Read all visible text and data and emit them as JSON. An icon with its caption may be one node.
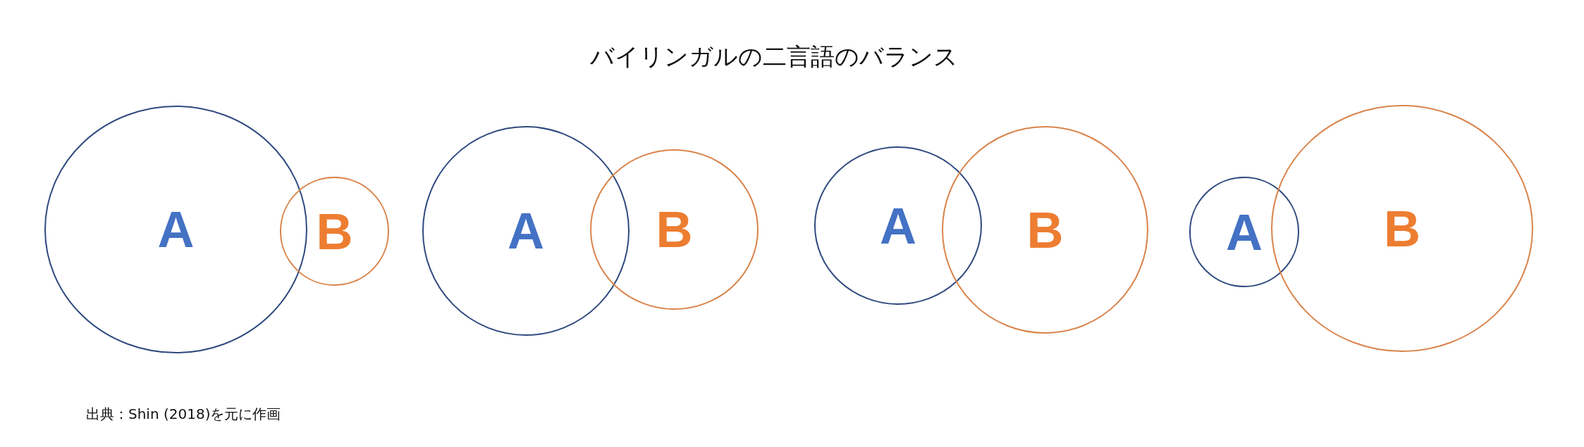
{
  "diagram": {
    "title": "バイリンガルの二言語のバランス",
    "nodes": [
      {
        "text": [
          "A"
        ]
      },
      {
        "text": [
          "B"
        ]
      },
      {
        "text": [
          "A"
        ]
      },
      {
        "text": [
          "B"
        ]
      },
      {
        "text": [
          "A"
        ]
      },
      {
        "text": [
          "B"
        ]
      },
      {
        "text": [
          "A"
        ]
      },
      {
        "text": [
          "B"
        ]
      }
    ],
    "edges": [],
    "caption": "出典：Shin (2018)を元に作画"
  }
}
